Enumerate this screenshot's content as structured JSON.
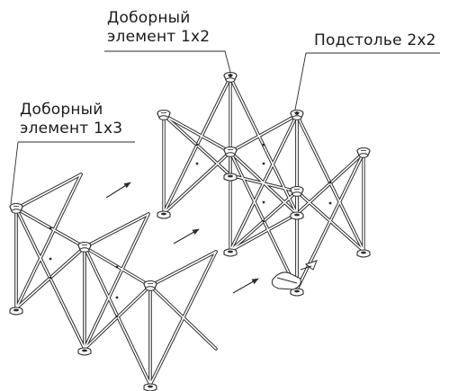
{
  "labels": {
    "extension_1x2": {
      "line1": "Доборный",
      "line2": "элемент 1x2"
    },
    "tabletop_2x2": {
      "line1": "Подстолье 2x2"
    },
    "extension_1x3": {
      "line1": "Доборный",
      "line2": "элемент 1x3"
    }
  },
  "colors": {
    "stroke": "#2b2b2b",
    "strut_fill": "#ffffff",
    "text": "#1a1a1a"
  },
  "icons": {
    "arrow": "assembly-direction-arrow",
    "hub": "frame-hub-icon"
  }
}
